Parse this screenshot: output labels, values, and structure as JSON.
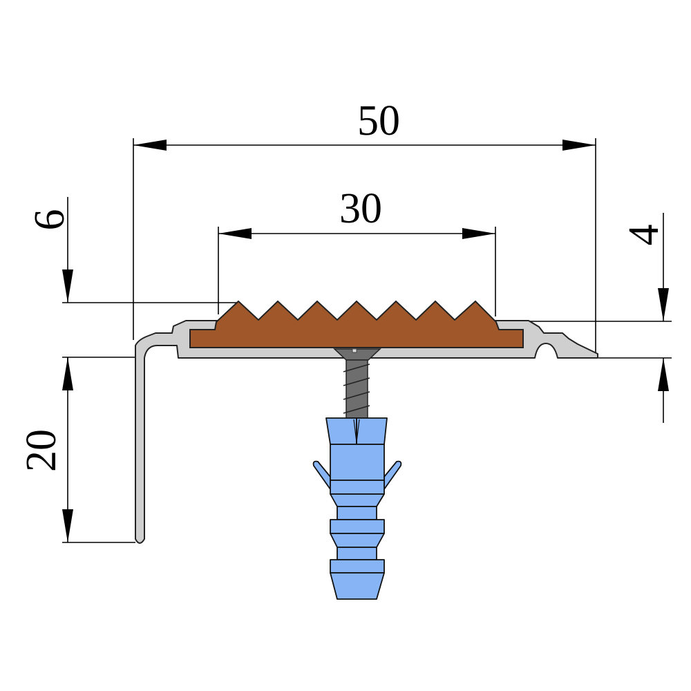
{
  "diagram": {
    "dimensions": {
      "overall_width": "50",
      "insert_width": "30",
      "insert_height": "6",
      "leg_height": "20",
      "profile_thickness": "4"
    },
    "colors": {
      "aluminum": "#cfcfcf",
      "rubber_insert": "#a0582a",
      "screw": "#6e6e6e",
      "dowel": "#86b4f5"
    }
  }
}
